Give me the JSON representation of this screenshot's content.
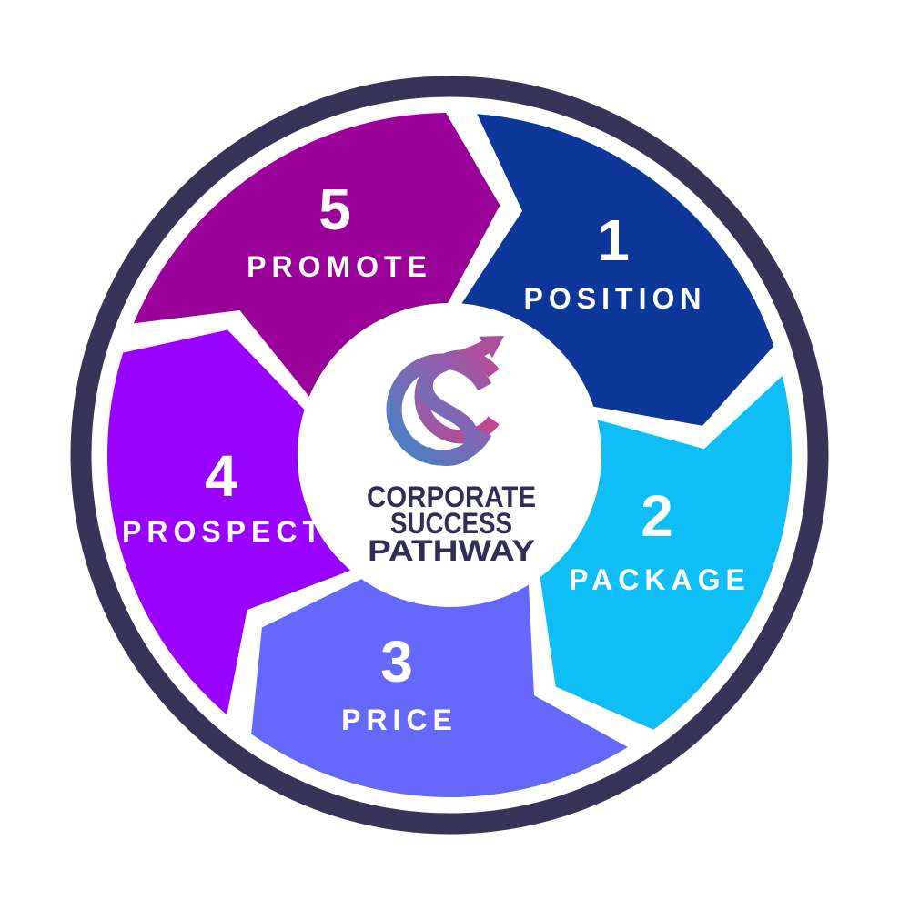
{
  "diagram": {
    "name": "Corporate Success Pathway cycle",
    "ring_color": "#383358",
    "label_color": "#ffffff",
    "segments": [
      {
        "number": "1",
        "label": "POSITION",
        "color": "#0d3799"
      },
      {
        "number": "2",
        "label": "PACKAGE",
        "color": "#0fbef6"
      },
      {
        "number": "3",
        "label": "PRICE",
        "color": "#6667fb"
      },
      {
        "number": "4",
        "label": "PROSPECT",
        "color": "#9902fe"
      },
      {
        "number": "5",
        "label": "PROMOTE",
        "color": "#990199"
      }
    ],
    "center": {
      "title_color": "#312e56",
      "title_lines": [
        "CORPORATE",
        "SUCCESS",
        "PATHWAY"
      ],
      "logo": {
        "gradient_start": "#4a80c4",
        "gradient_mid": "#8a62b0",
        "gradient_end": "#c2458f"
      }
    }
  }
}
